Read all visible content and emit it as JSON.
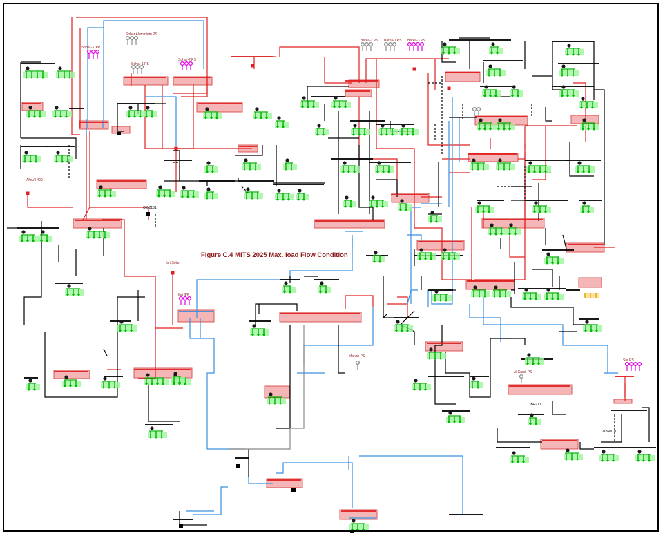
{
  "figure": {
    "title": "Figure C.4 MITS 2025 Max. load Flow Condition"
  },
  "colors": {
    "line_400kv": "#e02020",
    "line_220kv_blue": "#3a8fe0",
    "line_132kv": "#000000",
    "highlight_fill": "#f4b6b6",
    "highlight_stroke": "#d84848",
    "load_green": "#00b000",
    "load_glow": "#9cf59c",
    "generator_magenta": "#e000e0",
    "generator_grey": "#8a8a8a",
    "load_orange": "#f0a000"
  },
  "labels": {
    "sohar3_ipp": "Sohar-3 IPP",
    "sohar_aluminium_ps": "Sohar Aluminium PS",
    "sohar1_ps": "Sohar-1 PS",
    "sohar2_ps": "Sohar-2 PS",
    "barka2_ps": "Barka-2 PS",
    "barka1_ps": "Barka-1 PS",
    "barka3_ps": "Barka-3 PS",
    "alwusil": "Alwu'il 400",
    "ibri_solar": "Ibri Solar",
    "ibri_ipp": "Ibri IPP",
    "manah_ps": "Manah PS",
    "al_kamil_ps": "Al Kamil PS",
    "sur_ps": "Sur PS",
    "bus_a": "OIB0101",
    "bus_b": "JBR-00",
    "bus_c": "ZIBR0101"
  }
}
